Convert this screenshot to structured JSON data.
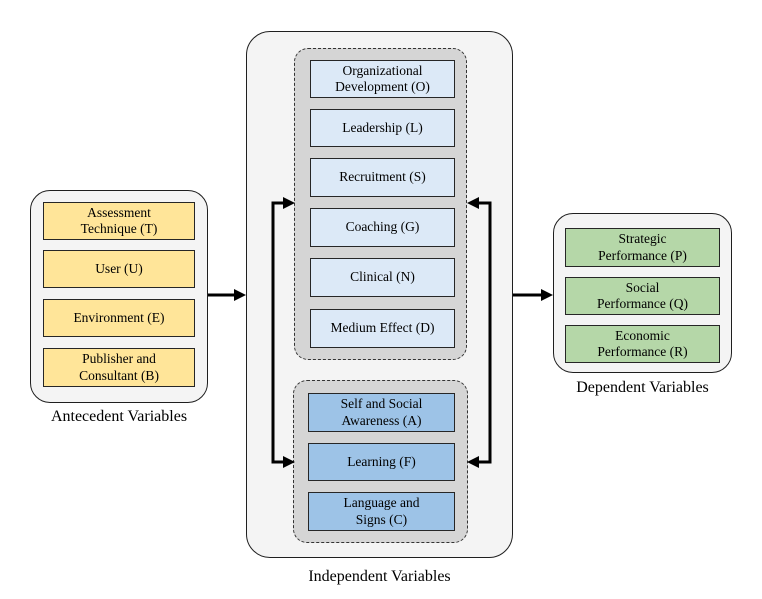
{
  "colors": {
    "group_fill": "#f4f4f4",
    "subgroup_fill": "#d5d5d5",
    "antecedent_box": "#ffe599",
    "independent_top_box": "#dce9f7",
    "independent_bottom_box": "#9dc3e7",
    "dependent_box": "#b5d7a8",
    "arrow": "#000000",
    "border": "#262626"
  },
  "groups": {
    "antecedent": {
      "label": "Antecedent Variables",
      "boxes": [
        {
          "label": "Assessment\nTechnique (T)"
        },
        {
          "label": "User (U)"
        },
        {
          "label": "Environment (E)"
        },
        {
          "label": "Publisher and\nConsultant (B)"
        }
      ]
    },
    "independent": {
      "label": "Independent Variables",
      "top_subgroup": {
        "boxes": [
          {
            "label": "Organizational\nDevelopment (O)"
          },
          {
            "label": "Leadership (L)"
          },
          {
            "label": "Recruitment (S)"
          },
          {
            "label": "Coaching (G)"
          },
          {
            "label": "Clinical (N)"
          },
          {
            "label": "Medium Effect (D)"
          }
        ]
      },
      "bottom_subgroup": {
        "boxes": [
          {
            "label": "Self and Social\nAwareness (A)"
          },
          {
            "label": "Learning (F)"
          },
          {
            "label": "Language and\nSigns (C)"
          }
        ]
      }
    },
    "dependent": {
      "label": "Dependent Variables",
      "boxes": [
        {
          "label": "Strategic\nPerformance (P)"
        },
        {
          "label": "Social\nPerformance (Q)"
        },
        {
          "label": "Economic\nPerformance (R)"
        }
      ]
    }
  }
}
